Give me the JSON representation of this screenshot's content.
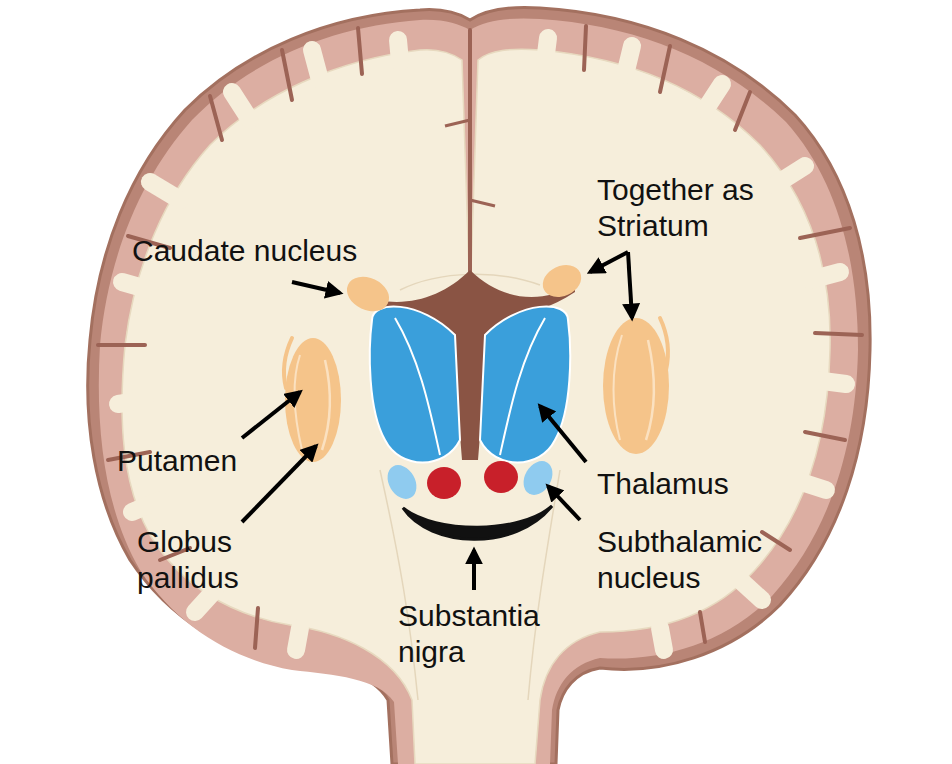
{
  "diagram": {
    "labels": [
      "Caudate nucleus",
      "Together as Striatum",
      "Putamen",
      "Globus pallidus",
      "Thalamus",
      "Subthalamic nucleus",
      "Substantia nigra"
    ]
  }
}
